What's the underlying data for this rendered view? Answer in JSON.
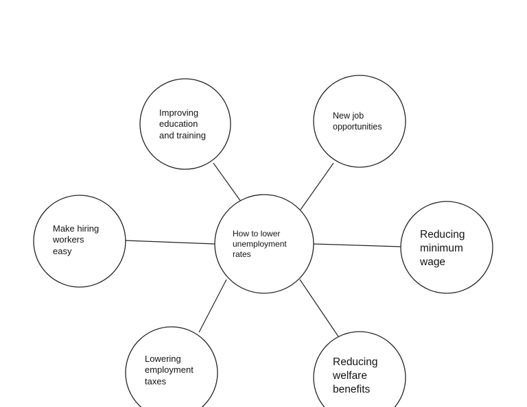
{
  "diagram": {
    "center": {
      "text": "How to lower\nunemployment\nrates"
    },
    "nodes": [
      {
        "id": "education",
        "text": "Improving\neducation\nand training"
      },
      {
        "id": "jobs",
        "text": "New job\nopportunities"
      },
      {
        "id": "hiring",
        "text": "Make hiring\nworkers\neasy"
      },
      {
        "id": "wage",
        "text": "Reducing\nminimum\nwage"
      },
      {
        "id": "taxes",
        "text": "Lowering\nemployment\ntaxes"
      },
      {
        "id": "welfare",
        "text": "Reducing\nwelfare\nbenefits"
      }
    ],
    "colors": {
      "stroke": "#222222",
      "fill": "#ffffff",
      "text": "#111111"
    }
  }
}
